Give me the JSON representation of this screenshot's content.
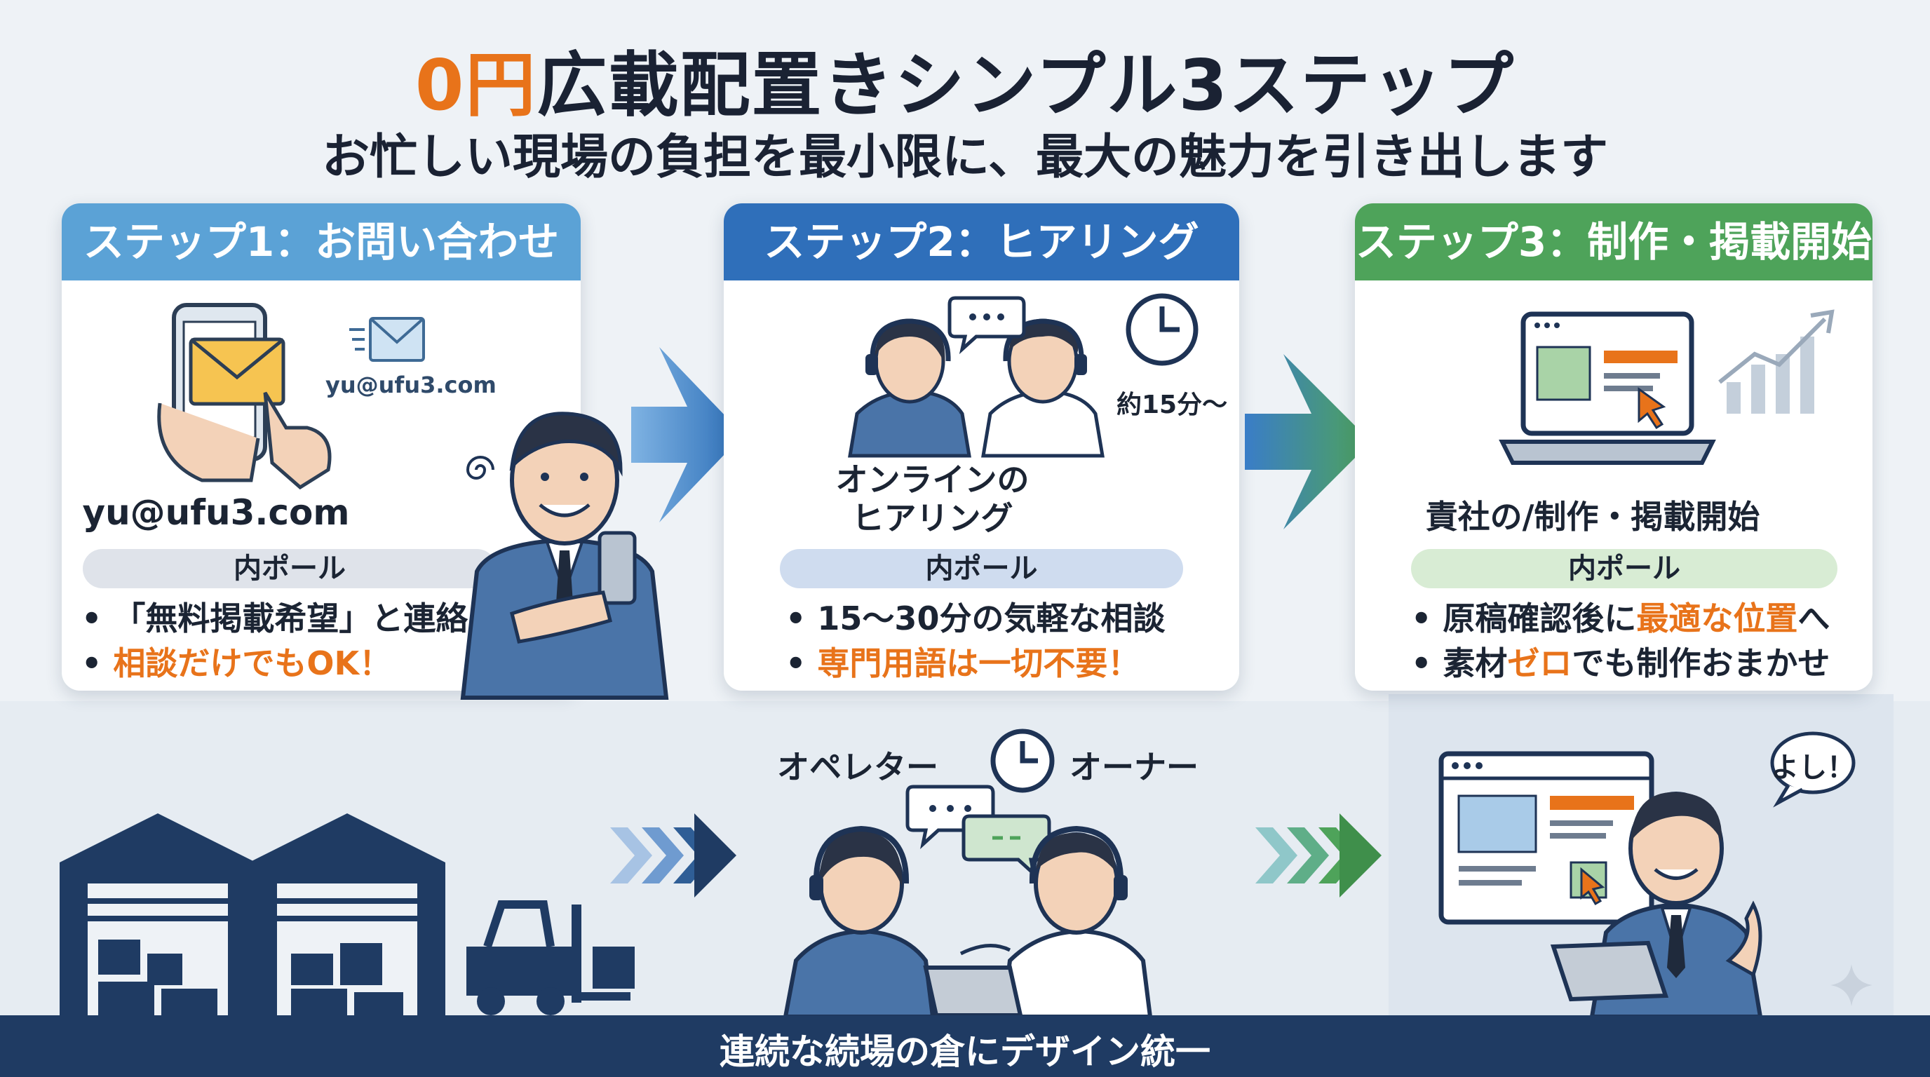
{
  "header": {
    "title_highlight": "0円",
    "title_rest": "広載配置きシンプル3ステップ",
    "subtitle": "お忙しい現場の負担を最小限に、最大の魅力を引き出します"
  },
  "steps": [
    {
      "heading": "ステップ1：お問い合わせ",
      "email_small": "yu@ufu3.com",
      "main": "yu@ufu3.com",
      "pill": "内ポール",
      "bullets": [
        {
          "text": "「無料掲載希望」と連絡",
          "highlight": ""
        },
        {
          "text": "",
          "highlight": "相談だけでもOK！"
        }
      ]
    },
    {
      "heading": "ステップ2：ヒアリング",
      "time_label": "約15分〜",
      "main_line1": "オンラインの",
      "main_line2": "ヒアリング",
      "pill": "内ポール",
      "bullets": [
        {
          "text": "15〜30分の気軽な相談",
          "highlight": ""
        },
        {
          "text": "",
          "highlight": "専門用語は一切不要！"
        }
      ]
    },
    {
      "heading": "ステップ3：制作・掲載開始",
      "main": "責社の/制作・掲載開始",
      "pill": "内ポール",
      "bullets": [
        {
          "pre": "原稿確認後に",
          "highlight": "最適な位置",
          "post": "へ"
        },
        {
          "pre": "素材",
          "highlight": "ゼロ",
          "post": "でも制作おまかせ"
        }
      ]
    }
  ],
  "lower": {
    "operator_label": "オペレター",
    "owner_label": "オーナー",
    "speech": "よし！"
  },
  "footer": {
    "text": "連続な続場の倉にデザイン統一"
  },
  "colors": {
    "accent_orange": "#e8731a",
    "step1_head": "#5ba2d6",
    "step2_head": "#2f6fba",
    "step3_head": "#4ea35a",
    "navy": "#1f3b63"
  },
  "icons": [
    "envelope-icon",
    "phone-icon",
    "clock-icon",
    "chat-bubble-icon",
    "laptop-icon",
    "growth-chart-icon",
    "arrow-icon",
    "chevron-icon",
    "warehouse-icon",
    "forklift-icon",
    "sparkle-icon"
  ]
}
